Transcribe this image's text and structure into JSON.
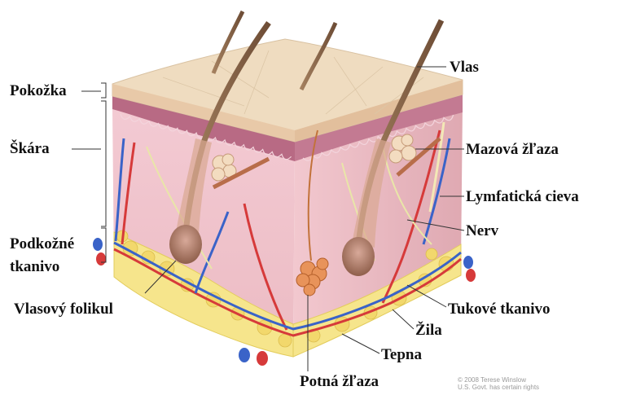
{
  "labels": {
    "pokozka": "Pokožka",
    "skara": "Škára",
    "podkozne_1": "Podkožné",
    "podkozne_2": "tkanivo",
    "vlasovy_folikul": "Vlasový folikul",
    "vlas": "Vlas",
    "mazova_zlaza": "Mazová žľaza",
    "lymfaticka_cieva": "Lymfatická cieva",
    "nerv": "Nerv",
    "tukove_tkanivo": "Tukové tkanivo",
    "zila": "Žila",
    "tepna": "Tepna",
    "potna_zlaza": "Potná žľaza"
  },
  "copyright": {
    "line1": "© 2008 Terese Winslow",
    "line2": "U.S. Govt. has certain rights"
  },
  "colors": {
    "epidermis": "#efdcc0",
    "dermis_front": "#f2c6ce",
    "dermis_right": "#e7b3bc",
    "papillary": "#b86a84",
    "fat": "#f6e58c",
    "hair": "#8f6a4f",
    "artery": "#d63a3a",
    "vein": "#3a63c8",
    "nerve": "#e9e6a8",
    "leader": "#333333"
  }
}
